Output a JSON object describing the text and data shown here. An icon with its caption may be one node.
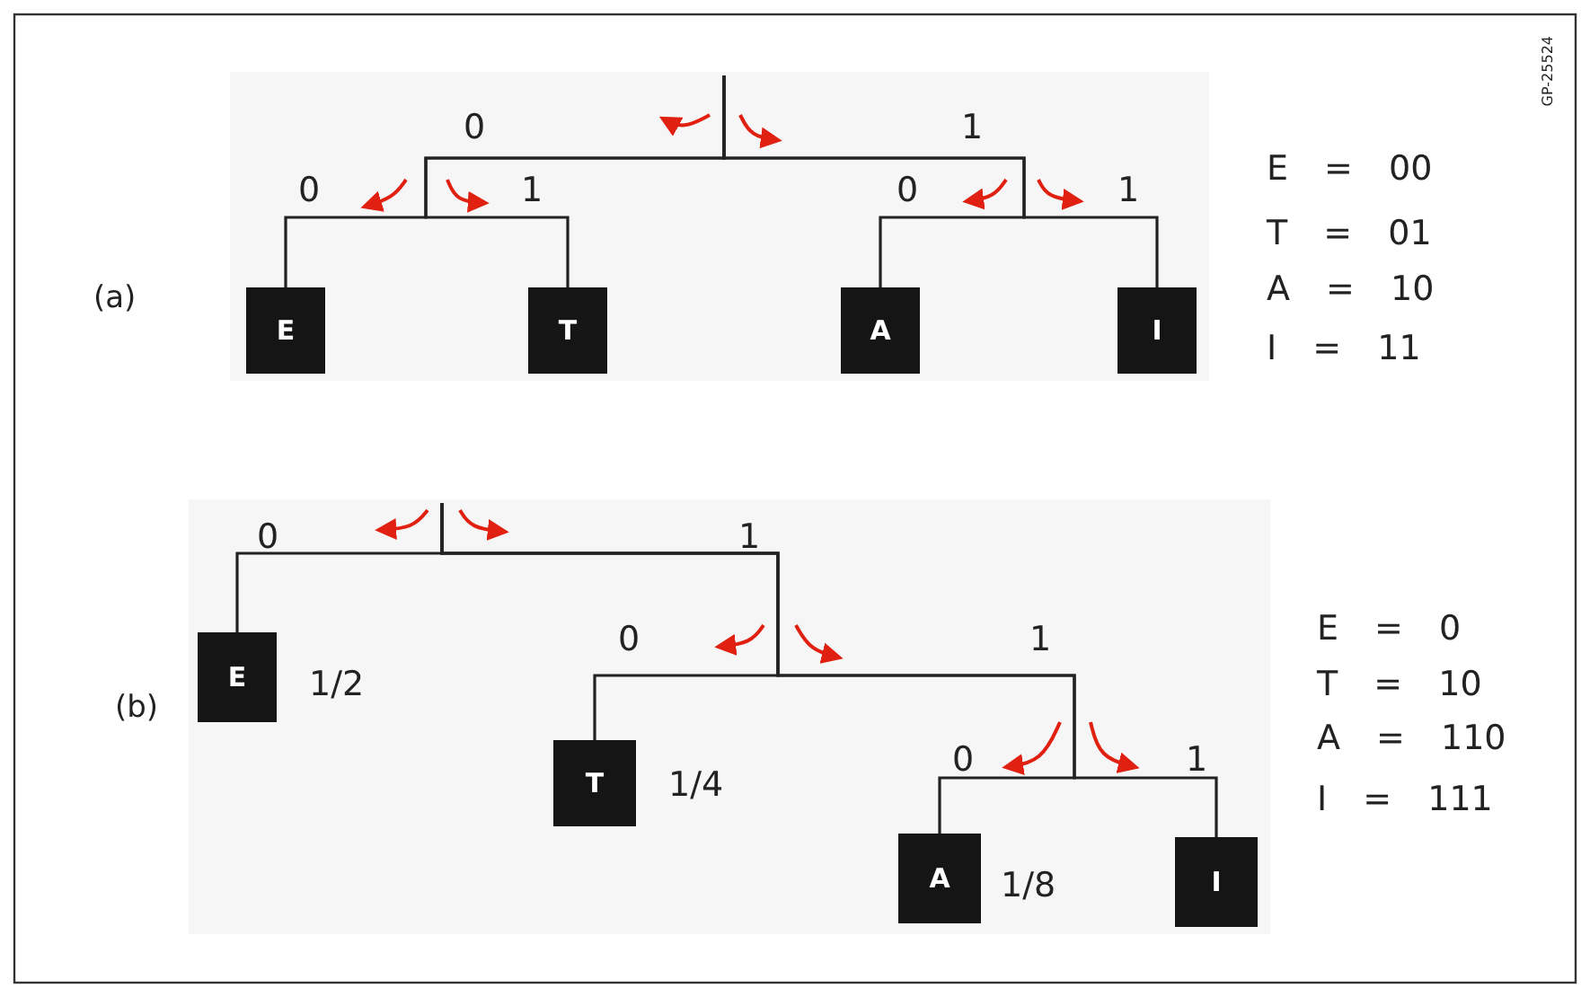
{
  "diagram": {
    "nodes": [
      {
        "text": [
          "E"
        ]
      },
      {
        "text": [
          "T"
        ]
      },
      {
        "text": [
          "A"
        ]
      },
      {
        "text": [
          "I"
        ]
      },
      {
        "text": [
          "E"
        ],
        "beside": [
          "1/2"
        ]
      },
      {
        "text": [
          "T"
        ],
        "beside": [
          "1/4"
        ]
      },
      {
        "text": [
          "A"
        ],
        "beside": [
          "1/8"
        ]
      },
      {
        "text": [
          "I"
        ]
      }
    ],
    "edges": [
      {
        "from": null,
        "to": 0,
        "arrow": "none"
      },
      {
        "from": null,
        "to": 1,
        "arrow": "none"
      },
      {
        "from": null,
        "to": 2,
        "arrow": "none"
      },
      {
        "from": null,
        "to": 3,
        "arrow": "none"
      },
      {
        "from": null,
        "to": 4,
        "arrow": "none"
      },
      {
        "from": null,
        "to": 5,
        "arrow": "none"
      },
      {
        "from": null,
        "to": 6,
        "arrow": "none"
      },
      {
        "from": null,
        "to": 7,
        "arrow": "none"
      }
    ],
    "labels": [
      "GP-25524",
      "0",
      "1",
      "0",
      "1",
      "0",
      "1",
      "E = 00",
      "(a)",
      "T = 01",
      "A = 10",
      "I = 11",
      "0",
      "1",
      "0",
      "1",
      "0",
      "1",
      "E = 0",
      "T = 10",
      "A = 110",
      "I = 111",
      "(b)"
    ]
  }
}
